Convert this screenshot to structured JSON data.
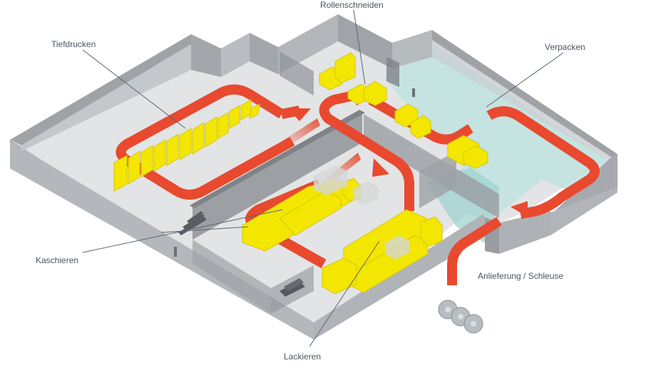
{
  "labels": {
    "tiefdrucken": "Tiefdrucken",
    "rollenschneiden": "Rollenschneiden",
    "verpacken": "Verpacken",
    "kaschieren": "Kaschieren",
    "anlieferung": "Anlieferung / Schleuse",
    "lackieren": "Lackieren"
  },
  "colors": {
    "floor": "#e3e4e5",
    "wall_top": "#9fa3a7",
    "wall_side": "#a9adb1",
    "wall_inner": "#8f9398",
    "clean_zone": "#bfe3e0",
    "flow_arrow": "#e8492f",
    "machine": "#f3e600",
    "machine_edge": "#d6c800",
    "leader": "#5a6670",
    "label_text": "#4a5560"
  },
  "icons": {
    "delivery": "material-rolls-icon",
    "stairs": "staircase-icon"
  }
}
